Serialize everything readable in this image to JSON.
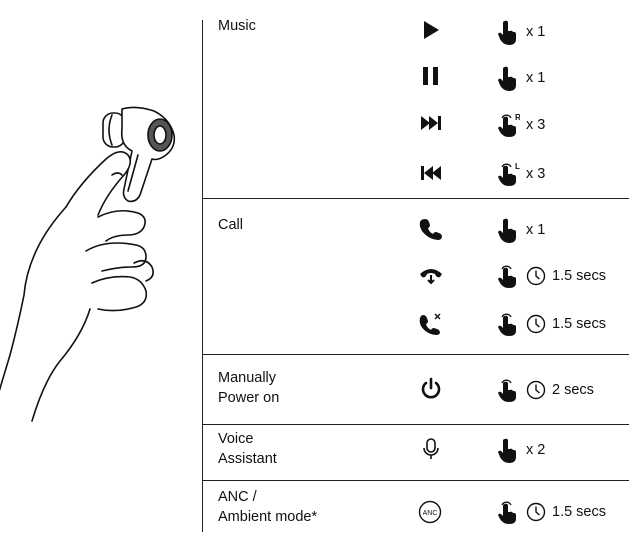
{
  "sections": [
    {
      "label_lines": [
        "Music"
      ]
    },
    {
      "label_lines": [
        "Call"
      ]
    },
    {
      "label_lines": [
        "Manually",
        "Power on"
      ]
    },
    {
      "label_lines": [
        "Voice",
        "Assistant"
      ]
    },
    {
      "label_lines": [
        "ANC /",
        "Ambient mode*"
      ]
    }
  ],
  "rows": [
    {
      "icon": "play-icon",
      "gesture": "tap-icon",
      "text": "x 1"
    },
    {
      "icon": "pause-icon",
      "gesture": "tap-icon",
      "text": "x 1"
    },
    {
      "icon": "next-track-icon",
      "gesture": "tap-right-icon",
      "hand_letter": "R",
      "text": "x 3"
    },
    {
      "icon": "previous-track-icon",
      "gesture": "tap-left-icon",
      "hand_letter": "L",
      "text": "x 3"
    },
    {
      "icon": "phone-answer-icon",
      "gesture": "tap-icon",
      "text": "x 1"
    },
    {
      "icon": "phone-hangup-icon",
      "gesture": "press-hold-icon",
      "clock": true,
      "text": "1.5 secs"
    },
    {
      "icon": "phone-reject-icon",
      "gesture": "press-hold-icon",
      "clock": true,
      "text": "1.5 secs"
    },
    {
      "icon": "power-icon",
      "gesture": "press-hold-icon",
      "clock": true,
      "text": "2 secs"
    },
    {
      "icon": "microphone-icon",
      "gesture": "tap-icon",
      "text": "x 2"
    },
    {
      "icon": "anc-icon",
      "icon_text": "ANC",
      "gesture": "press-hold-icon",
      "clock": true,
      "text": "1.5 secs"
    }
  ]
}
